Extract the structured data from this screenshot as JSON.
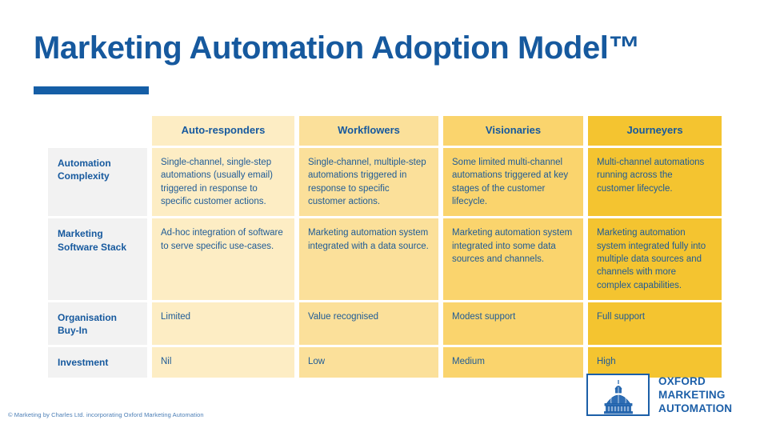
{
  "slide": {
    "title": "Marketing Automation Adoption Model™",
    "footer": "© Marketing by Charles Ltd. incorporating Oxford Marketing Automation"
  },
  "colors": {
    "brand_blue": "#16599E",
    "rule_blue": "#155EA6",
    "body_blue": "#1F5B96",
    "label_bg": "#F2F2F2",
    "tier1": "#FDEDC4",
    "tier2": "#FBE09A",
    "tier3": "#FAD46D",
    "tier4": "#F4C430"
  },
  "matrix": {
    "corner_label": "",
    "columns": [
      {
        "label": "Auto-responders"
      },
      {
        "label": "Workflowers"
      },
      {
        "label": "Visionaries"
      },
      {
        "label": "Journeyers"
      }
    ],
    "rows": [
      {
        "label": "Automation Complexity",
        "cells": [
          "Single-channel, single-step automations (usually email) triggered in response to specific customer actions.",
          "Single-channel, multiple-step automations triggered in response to specific customer actions.",
          "Some limited multi-channel automations triggered at key stages of the customer lifecycle.",
          "Multi-channel automations running across the customer lifecycle."
        ]
      },
      {
        "label": "Marketing Software Stack",
        "cells": [
          "Ad-hoc integration of software to serve specific use-cases.",
          "Marketing automation system integrated with a data source.",
          "Marketing automation system integrated into some data sources and channels.",
          "Marketing automation system integrated fully into multiple data sources and channels with more complex capabilities."
        ]
      },
      {
        "label": "Organisation Buy-In",
        "cells": [
          "Limited",
          "Value recognised",
          "Modest support",
          "Full support"
        ]
      },
      {
        "label": "Investment",
        "cells": [
          "Nil",
          "Low",
          "Medium",
          "High"
        ]
      }
    ]
  },
  "logo": {
    "mark_name": "oxford-dome-icon",
    "line1": "OXFORD",
    "line2": "MARKETING",
    "line3": "AUTOMATION"
  }
}
